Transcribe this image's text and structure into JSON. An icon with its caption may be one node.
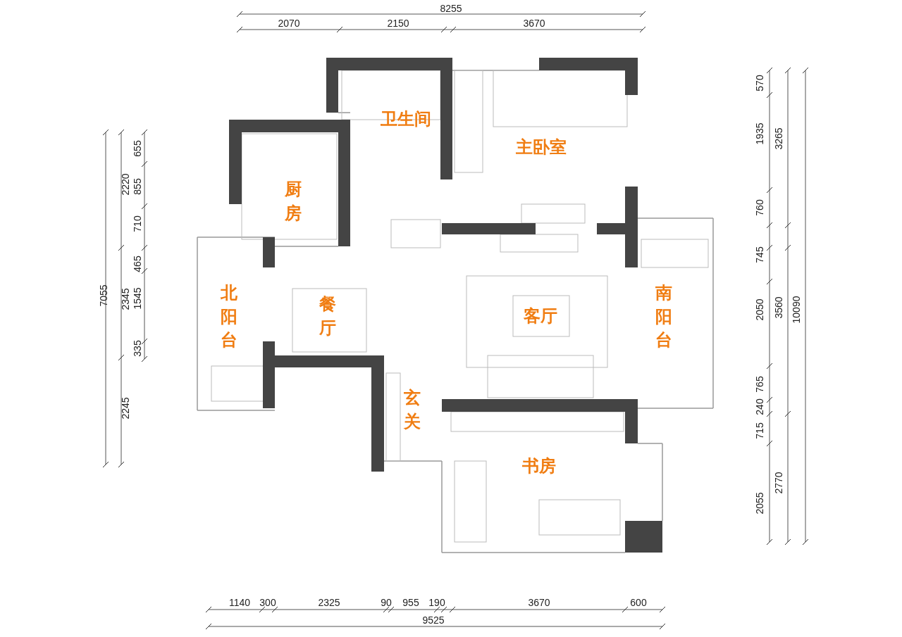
{
  "diagram": {
    "labels": [
      "8255",
      "2070",
      "2150",
      "3670",
      "7055",
      "2220",
      "655",
      "855",
      "710",
      "2345",
      "465",
      "1545",
      "335",
      "2245",
      "570",
      "1935",
      "3265",
      "760",
      "745",
      "2050",
      "3560",
      "10090",
      "765",
      "240",
      "715",
      "2055",
      "2770",
      "卫生间",
      "主卧室",
      "厨房",
      "北阳台",
      "餐厅",
      "客厅",
      "南阳台",
      "玄关",
      "书房",
      "1140",
      "300",
      "2325",
      "90",
      "955",
      "190",
      "3670",
      "600",
      "9525"
    ]
  }
}
